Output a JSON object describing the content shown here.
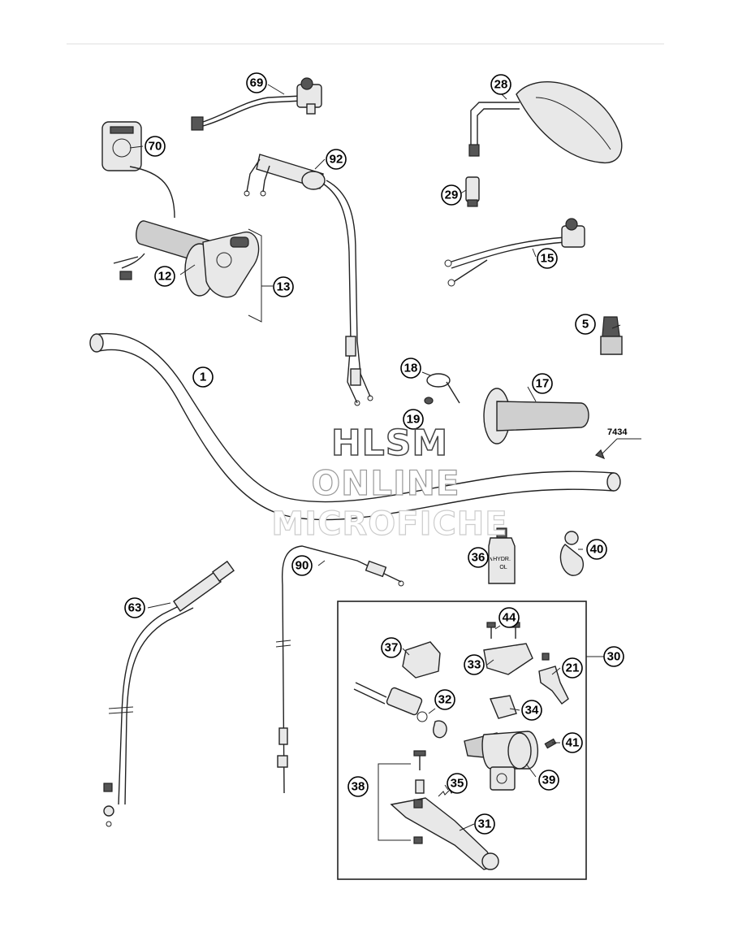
{
  "watermark": {
    "line1": "HLSM",
    "line2": "ONLINE",
    "line3": "MICROFICHE"
  },
  "callouts": [
    {
      "id": "69",
      "label": "69"
    },
    {
      "id": "70",
      "label": "70"
    },
    {
      "id": "92",
      "label": "92"
    },
    {
      "id": "28",
      "label": "28"
    },
    {
      "id": "29",
      "label": "29"
    },
    {
      "id": "15",
      "label": "15"
    },
    {
      "id": "12",
      "label": "12"
    },
    {
      "id": "13",
      "label": "13"
    },
    {
      "id": "5",
      "label": "5"
    },
    {
      "id": "1",
      "label": "1"
    },
    {
      "id": "18",
      "label": "18"
    },
    {
      "id": "17",
      "label": "17"
    },
    {
      "id": "19",
      "label": "19"
    },
    {
      "id": "36",
      "label": "36"
    },
    {
      "id": "40",
      "label": "40"
    },
    {
      "id": "90",
      "label": "90"
    },
    {
      "id": "63",
      "label": "63"
    },
    {
      "id": "44",
      "label": "44"
    },
    {
      "id": "37",
      "label": "37"
    },
    {
      "id": "33",
      "label": "33"
    },
    {
      "id": "21",
      "label": "21"
    },
    {
      "id": "30",
      "label": "30"
    },
    {
      "id": "32",
      "label": "32"
    },
    {
      "id": "34",
      "label": "34"
    },
    {
      "id": "41",
      "label": "41"
    },
    {
      "id": "39",
      "label": "39"
    },
    {
      "id": "38",
      "label": "38"
    },
    {
      "id": "35",
      "label": "35"
    },
    {
      "id": "31",
      "label": "31"
    }
  ],
  "ref_label": "7434",
  "bottle_label_line1": "HYDR.",
  "bottle_label_line2": "OL"
}
